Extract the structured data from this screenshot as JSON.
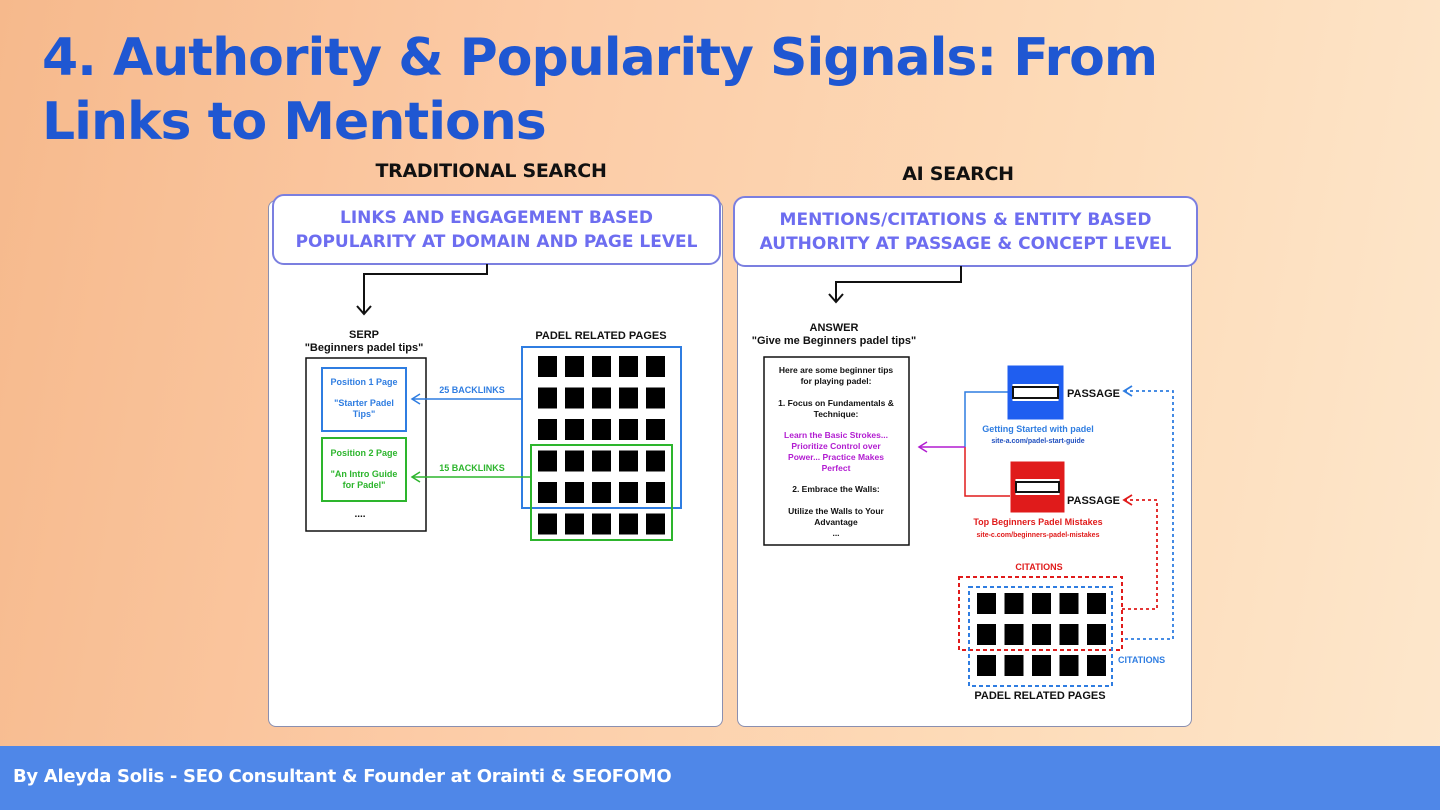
{
  "slide": {
    "title": "4. Authority & Popularity Signals: From Links to Mentions",
    "footer": "By Aleyda Solis -  SEO Consultant & Founder at Orainti & SEOFOMO"
  },
  "traditional": {
    "heading": "TRADITIONAL SEARCH",
    "callout_line1": "LINKS AND ENGAGEMENT BASED",
    "callout_line2": "POPULARITY AT DOMAIN AND PAGE LEVEL",
    "serp_label": "SERP",
    "serp_query": "\"Beginners padel tips\"",
    "pages_label": "PADEL RELATED PAGES",
    "position1_title": "Position 1 Page",
    "position1_name_l1": "\"Starter Padel",
    "position1_name_l2": "Tips\"",
    "position2_title": "Position 2 Page",
    "position2_name_l1": "\"An Intro Guide",
    "position2_name_l2": "for Padel\"",
    "ellipsis": "....",
    "backlinks_1": "25 BACKLINKS",
    "backlinks_2": "15 BACKLINKS"
  },
  "ai": {
    "heading": "AI SEARCH",
    "callout_line1": "MENTIONS/CITATIONS & ENTITY BASED",
    "callout_line2": "AUTHORITY AT PASSAGE & CONCEPT LEVEL",
    "answer_label": "ANSWER",
    "answer_query": "\"Give me Beginners padel tips\"",
    "answer_lines": [
      "Here are some beginner tips",
      "for playing padel:",
      "1. Focus on Fundamentals &",
      "Technique:",
      "Learn the Basic Strokes...",
      "Prioritize Control over",
      "Power... Practice Makes",
      "Perfect",
      "2. Embrace the Walls:",
      "Utilize the Walls to Your",
      "Advantage",
      "..."
    ],
    "passage_label": "PASSAGE",
    "passage1_title": "Getting Started with padel",
    "passage1_url": "site-a.com/padel-start-guide",
    "passage2_title": "Top Beginners Padel Mistakes",
    "passage2_url": "site-c.com/beginners-padel-mistakes",
    "citations_red": "CITATIONS",
    "citations_blue": "CITATIONS",
    "pages_label": "PADEL RELATED PAGES"
  },
  "colors": {
    "title": "#1f57d2",
    "callout": "#6d6df0",
    "blue": "#2f7de1",
    "green": "#2db52d",
    "purple": "#b21cd1",
    "red": "#e01b1b",
    "footer": "#4f87e8"
  }
}
